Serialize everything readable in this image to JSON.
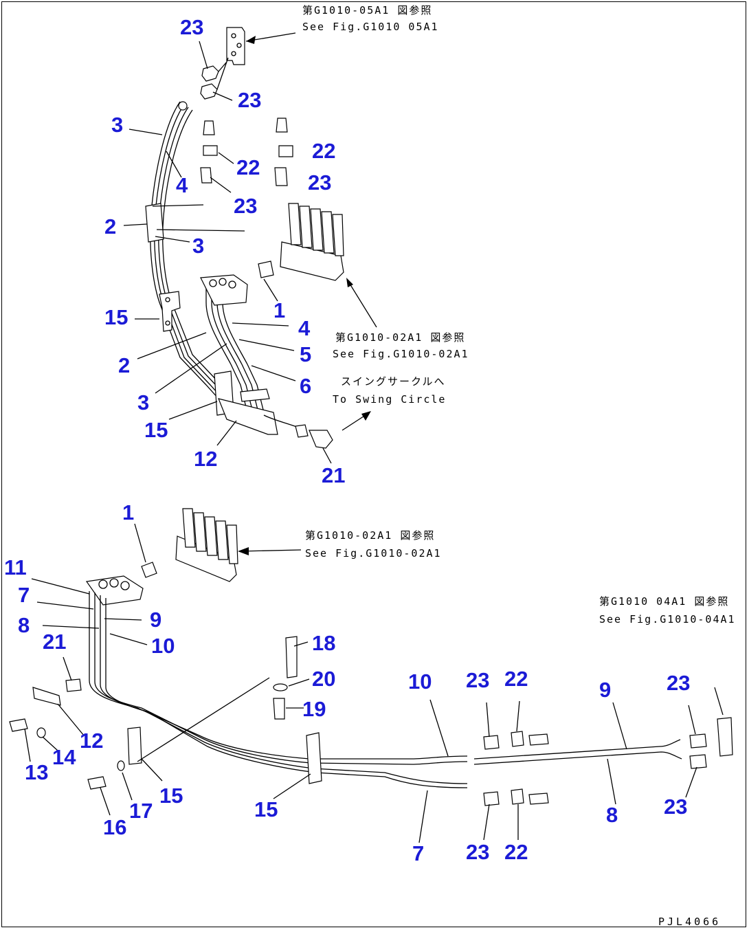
{
  "colors": {
    "callout": "#1b1bd6",
    "line": "#000000",
    "background": "#ffffff"
  },
  "notes": {
    "top_ref_jp": "第G1010-05A1 図参照",
    "top_ref_en": "See Fig.G1010 05A1",
    "valve_ref_jp": "第G1010-02A1 図参照",
    "valve_ref_en": "See Fig.G1010-02A1",
    "swing_jp": "スイングサークルへ",
    "swing_en": "To Swing Circle",
    "valve2_ref_jp": "第G1010-02A1 図参照",
    "valve2_ref_en": "See Fig.G1010-02A1",
    "right_ref_jp": "第G1010 04A1 図参照",
    "right_ref_en": "See Fig.G1010-04A1"
  },
  "drawing_code": "PJL4066",
  "callouts": {
    "upper": [
      "23",
      "23",
      "3",
      "4",
      "22",
      "22",
      "23",
      "23",
      "2",
      "3",
      "1",
      "15",
      "4",
      "5",
      "2",
      "6",
      "3",
      "15",
      "12",
      "21"
    ],
    "lower": [
      "1",
      "11",
      "7",
      "9",
      "8",
      "10",
      "21",
      "18",
      "20",
      "19",
      "12",
      "13",
      "14",
      "15",
      "16",
      "17",
      "15",
      "10",
      "23",
      "22",
      "7",
      "23",
      "22",
      "9",
      "23",
      "8",
      "23"
    ]
  }
}
